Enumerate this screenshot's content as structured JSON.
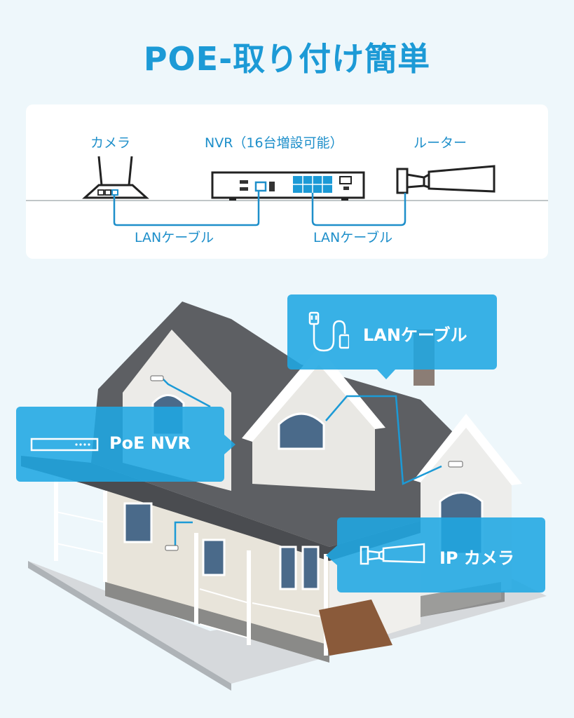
{
  "title": "POE-取り付け簡単",
  "diagram": {
    "camera_label": "カメラ",
    "nvr_label": "NVR（16台増設可能）",
    "router_label": "ルーター",
    "cable_label_left": "LANケーブル",
    "cable_label_right": "LANケーブル"
  },
  "callouts": {
    "lan": "LANケーブル",
    "nvr": "PoE NVR",
    "camera": "IP カメラ"
  },
  "colors": {
    "accent": "#1c9ad6",
    "callout_bg": "#1fa7e3",
    "panel_bg": "#ffffff",
    "page_bg": "#eef7fb"
  },
  "icons": [
    "router-icon",
    "nvr-icon",
    "bullet-camera-icon",
    "lan-cable-icon"
  ]
}
